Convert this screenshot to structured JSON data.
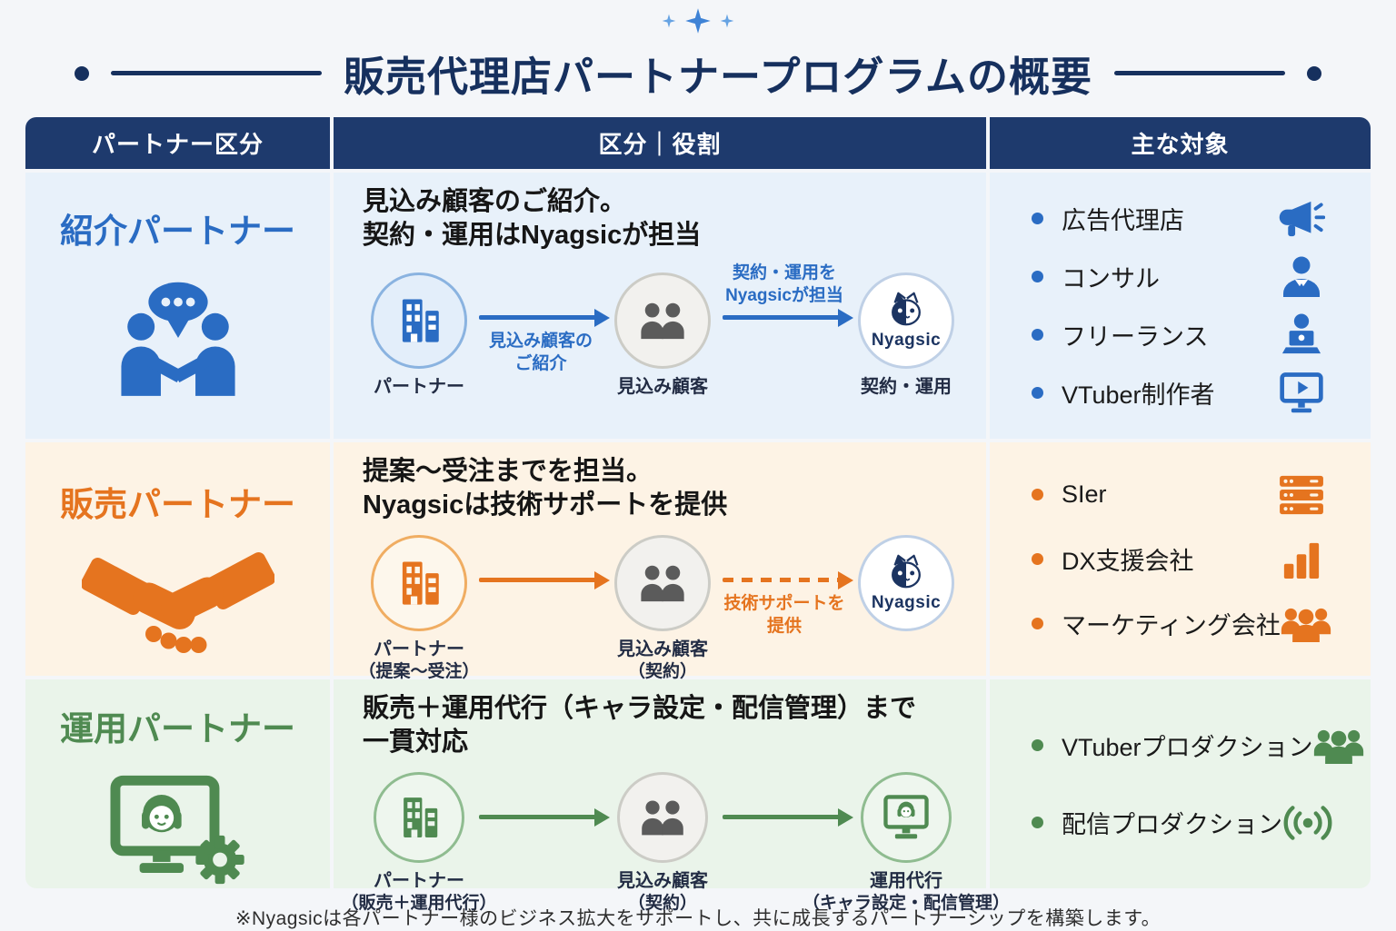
{
  "page": {
    "title": "販売代理店パートナープログラムの概要",
    "brand": "Nyagsic",
    "footnote": "※Nyagsicは各パートナー様のビジネス拡大をサポートし、共に成長するパートナーシップを構築します。"
  },
  "table": {
    "headers": [
      "パートナー区分",
      "区分｜役割",
      "主な対象"
    ],
    "rows": [
      {
        "name": "紹介パートナー",
        "accent": "#2a6cc3",
        "role_line1": "見込み顧客のご紹介。",
        "role_line2": "契約・運用はNyagsicが担当",
        "flow": {
          "node1_label": "パートナー",
          "arrow1_note": "見込み顧客の\nご紹介",
          "node2_label": "見込み顧客",
          "arrow2_note": "契約・運用を\nNyagsicが担当",
          "node3_label": "契約・運用"
        },
        "targets": [
          {
            "label": "広告代理店",
            "icon": "megaphone-icon"
          },
          {
            "label": "コンサル",
            "icon": "consultant-icon"
          },
          {
            "label": "フリーランス",
            "icon": "freelancer-laptop-icon"
          },
          {
            "label": "VTuber制作者",
            "icon": "video-monitor-icon"
          }
        ]
      },
      {
        "name": "販売パートナー",
        "accent": "#e5741f",
        "role_line1": "提案〜受注までを担当。",
        "role_line2": "Nyagsicは技術サポートを提供",
        "flow": {
          "node1_label": "パートナー",
          "node1_sublabel": "（提案〜受注）",
          "node2_label": "見込み顧客",
          "node2_sublabel": "（契約）",
          "arrow2_note": "技術サポートを\n提供"
        },
        "targets": [
          {
            "label": "SIer",
            "icon": "server-icon"
          },
          {
            "label": "DX支援会社",
            "icon": "bar-chart-icon"
          },
          {
            "label": "マーケティング会社",
            "icon": "people-group-icon"
          }
        ]
      },
      {
        "name": "運用パートナー",
        "accent": "#4f8a51",
        "role_line1": "販売＋運用代行（キャラ設定・配信管理）まで",
        "role_line2": "一貫対応",
        "flow": {
          "node1_label": "パートナー",
          "node1_sublabel": "（販売＋運用代行）",
          "node2_label": "見込み顧客",
          "node2_sublabel": "（契約）",
          "node3_label": "運用代行",
          "node3_sublabel": "（キャラ設定・配信管理）"
        },
        "targets": [
          {
            "label": "VTuberプロダクション",
            "icon": "people-group-icon"
          },
          {
            "label": "配信プロダクション",
            "icon": "broadcast-icon"
          }
        ]
      }
    ]
  }
}
